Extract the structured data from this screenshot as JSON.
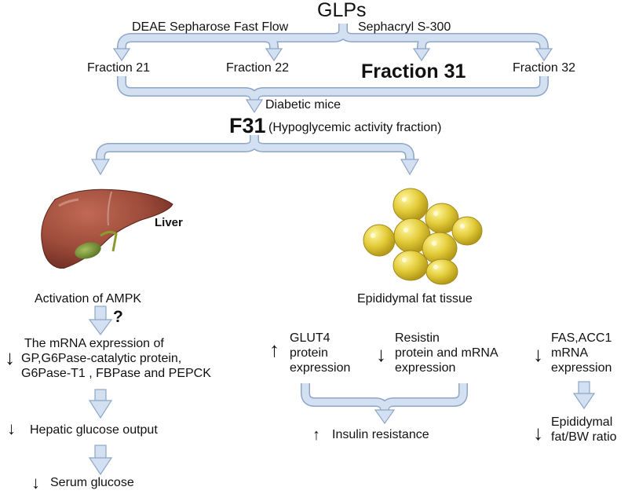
{
  "title": "GLPs",
  "methods": {
    "left": "DEAE Sepharose Fast Flow",
    "right": "Sephacryl S-300"
  },
  "fractions": [
    {
      "label": "Fraction 21",
      "emphasis": false
    },
    {
      "label": "Fraction 22",
      "emphasis": false
    },
    {
      "label": "Fraction 31",
      "emphasis": true
    },
    {
      "label": "Fraction 32",
      "emphasis": false
    }
  ],
  "model_label": "Diabetic mice",
  "active_fraction": {
    "name": "F31",
    "description": "(Hypoglycemic activity fraction)"
  },
  "liver": {
    "organ_label": "Liver",
    "effect": "Activation of AMPK",
    "uncertain_mark": "?",
    "mrna": {
      "direction": "↓",
      "lines": [
        "The mRNA expression of",
        "GP,G6Pase-catalytic  protein,",
        "G6Pase-T1 , FBPase and PEPCK"
      ]
    },
    "hepatic_output": {
      "direction": "↓",
      "label": "Hepatic glucose output"
    },
    "serum_glucose": {
      "direction": "↓",
      "label": "Serum glucose"
    }
  },
  "fat": {
    "tissue_label": "Epididymal fat tissue",
    "glut4": {
      "direction": "↑",
      "lines": [
        "GLUT4",
        "protein",
        "expression"
      ]
    },
    "resistin": {
      "direction": "↓",
      "lines": [
        "Resistin",
        "protein and mRNA",
        "expression"
      ]
    },
    "insulin": {
      "direction": "↑",
      "label": "Insulin resistance"
    },
    "fas": {
      "direction": "↓",
      "lines": [
        "FAS,ACC1",
        "mRNA",
        "expression"
      ]
    },
    "fat_ratio": {
      "direction": "↓",
      "lines": [
        "Epididymal",
        "fat/BW ratio"
      ]
    }
  },
  "colors": {
    "arrow_fill": "#d3e0f2",
    "arrow_stroke": "#8ea6c8",
    "liver": "#9c4a3a",
    "gallbladder": "#7a9a3a",
    "fat_cell": "#e3cc3a"
  }
}
